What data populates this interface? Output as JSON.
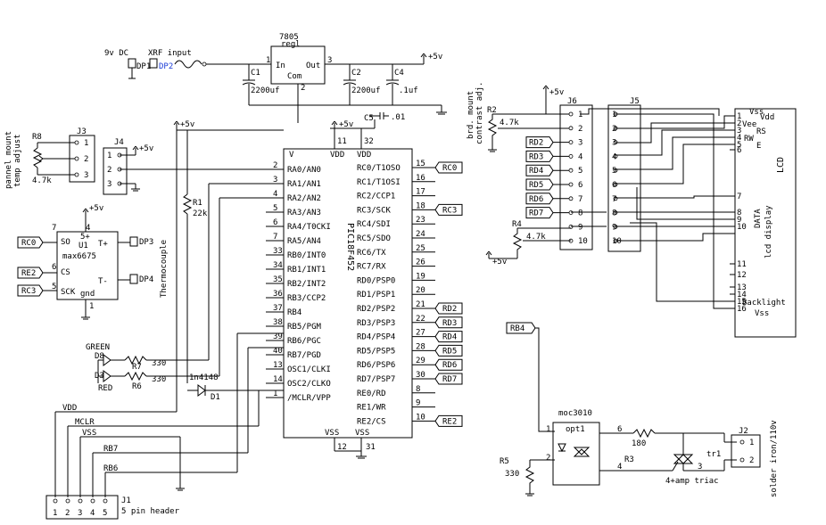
{
  "power": {
    "dc_label": "9v DC",
    "xrf_label": "XRF input",
    "dp1": "DP1",
    "dp2": "DP2",
    "reg_name": "7805",
    "reg_sub": "regl",
    "reg_in": "In",
    "reg_out": "Out",
    "reg_com": "Com",
    "reg_pin1": "1",
    "reg_pin2": "2",
    "reg_pin3": "3",
    "c1": "C1",
    "c1_val": "2200uf",
    "c2": "C2",
    "c2_val": "2200uf",
    "c4": "C4",
    "c4_val": ".1uf",
    "vplus": "+5v"
  },
  "pic": {
    "name": "PIC18F452",
    "vdd_pin_a": "11",
    "vdd_pin_b": "32",
    "vss_pin_a": "12",
    "vss_pin_b": "31",
    "vdd": "VDD",
    "vss": "VSS",
    "v_label": "V",
    "c5": "C5",
    "c5_val": ".01",
    "left_pins": [
      {
        "num": "2",
        "name": "RA0/AN0"
      },
      {
        "num": "3",
        "name": "RA1/AN1"
      },
      {
        "num": "4",
        "name": "RA2/AN2"
      },
      {
        "num": "5",
        "name": "RA3/AN3"
      },
      {
        "num": "6",
        "name": "RA4/T0CKI"
      },
      {
        "num": "7",
        "name": "RA5/AN4"
      },
      {
        "num": "33",
        "name": "RB0/INT0"
      },
      {
        "num": "34",
        "name": "RB1/INT1"
      },
      {
        "num": "35",
        "name": "RB2/INT2"
      },
      {
        "num": "36",
        "name": "RB3/CCP2"
      },
      {
        "num": "37",
        "name": "RB4"
      },
      {
        "num": "38",
        "name": "RB5/PGM"
      },
      {
        "num": "39",
        "name": "RB6/PGC"
      },
      {
        "num": "40",
        "name": "RB7/PGD"
      },
      {
        "num": "13",
        "name": "OSC1/CLKI"
      },
      {
        "num": "14",
        "name": "OSC2/CLKO"
      },
      {
        "num": "1",
        "name": "/MCLR/VPP"
      }
    ],
    "right_pins": [
      {
        "num": "15",
        "name": "RC0/T1OSO",
        "tag": "RC0"
      },
      {
        "num": "16",
        "name": "RC1/T1OSI",
        "tag": ""
      },
      {
        "num": "17",
        "name": "RC2/CCP1",
        "tag": ""
      },
      {
        "num": "18",
        "name": "RC3/SCK",
        "tag": "RC3"
      },
      {
        "num": "23",
        "name": "RC4/SDI",
        "tag": ""
      },
      {
        "num": "24",
        "name": "RC5/SDO",
        "tag": ""
      },
      {
        "num": "25",
        "name": "RC6/TX",
        "tag": ""
      },
      {
        "num": "26",
        "name": "RC7/RX",
        "tag": ""
      },
      {
        "num": "19",
        "name": "RD0/PSP0",
        "tag": ""
      },
      {
        "num": "20",
        "name": "RD1/PSP1",
        "tag": ""
      },
      {
        "num": "21",
        "name": "RD2/PSP2",
        "tag": "RD2"
      },
      {
        "num": "22",
        "name": "RD3/PSP3",
        "tag": "RD3"
      },
      {
        "num": "27",
        "name": "RD4/PSP4",
        "tag": "RD4"
      },
      {
        "num": "28",
        "name": "RD5/PSP5",
        "tag": "RD5"
      },
      {
        "num": "29",
        "name": "RD6/PSP6",
        "tag": "RD6"
      },
      {
        "num": "30",
        "name": "RD7/PSP7",
        "tag": "RD7"
      },
      {
        "num": "8",
        "name": "RE0/RD",
        "tag": ""
      },
      {
        "num": "9",
        "name": "RE1/WR",
        "tag": ""
      },
      {
        "num": "10",
        "name": "RE2/CS",
        "tag": "RE2"
      }
    ]
  },
  "sensor": {
    "j3": "J3",
    "r8": "R8",
    "r8_val": "4.7k",
    "pannel_line1": "pannel mount",
    "pannel_line2": "temp adjust",
    "j4": "J4",
    "j4_vplus": "+5v",
    "r1": "R1",
    "r1_val": "22k",
    "r1_vplus": "+5v",
    "u1": "U1",
    "u1_part": "max6675",
    "u1_so": "SO",
    "u1_cs": "CS",
    "u1_sck": "SCK",
    "u1_gnd": "gnd",
    "u1_vplus": "5+",
    "u1_tplus": "T+",
    "u1_tminus": "T-",
    "u1_vcc": "+5v",
    "dp3": "DP3",
    "dp4": "DP4",
    "thermocouple": "Thermocouple",
    "tag_rc0": "RC0",
    "tag_re2": "RE2",
    "tag_rc3": "RC3",
    "pin_7": "7",
    "pin_6": "6",
    "pin_5": "5",
    "pin_4": "4",
    "pin_1": "1",
    "pin_2": "2",
    "pin_3": "3"
  },
  "leds": {
    "green": "GREEN",
    "red": "RED",
    "d8": "D8",
    "d3": "D3",
    "r7": "R7",
    "r7_val": "330",
    "r6": "R6",
    "r6_val": "330",
    "d1": "D1",
    "d1_part": "1n4148"
  },
  "header": {
    "vdd": "VDD",
    "mclr": "MCLR",
    "vss": "VSS",
    "rb7": "RB7",
    "rb6": "RB6",
    "j1": "J1",
    "label": "5 pin header",
    "pins": [
      "1",
      "2",
      "3",
      "4",
      "5"
    ]
  },
  "lcd_side": {
    "j6": "J6",
    "j5": "J5",
    "r2": "R2",
    "r2_val": "4.7k",
    "r4": "R4",
    "r4_val": "4.7k",
    "vplus_top": "+5v",
    "vplus_bot": "+5v",
    "contrast_line1": "brd. mount",
    "contrast_line2": "contrast adj.",
    "rd_tags": [
      "RD2",
      "RD3",
      "RD4",
      "RD5",
      "RD6",
      "RD7"
    ],
    "pins": [
      "1",
      "2",
      "3",
      "4",
      "5",
      "6",
      "7",
      "8",
      "9",
      "10"
    ],
    "lcd_title": "LCD",
    "lcd_data": "DATA",
    "lcd_display": "lcd display",
    "lcd_pins": [
      "1",
      "2",
      "3",
      "4",
      "5",
      "6",
      "7",
      "8",
      "9",
      "10",
      "11",
      "12",
      "13",
      "14",
      "15",
      "16"
    ],
    "lcd_vss": "Vss",
    "lcd_vdd": "Vdd",
    "lcd_vee": "Vee",
    "lcd_rs": "RS",
    "lcd_rw": "RW",
    "lcd_e": "E",
    "lcd_backlight": "Backlight",
    "lcd_vss2": "Vss"
  },
  "triac": {
    "rb4": "RB4",
    "moc": "moc3010",
    "opt1": "opt1",
    "r5": "R5",
    "r5_val": "330",
    "r3": "R3",
    "r3_val": "180",
    "tr1": "tr1",
    "triac_label": "4+amp triac",
    "j2": "J2",
    "solder_label": "solder iron/110v",
    "pin_1": "1",
    "pin_2": "2",
    "pin_3": "3",
    "pin_4": "4",
    "pin_6": "6",
    "pin_j1": "1",
    "pin_j2": "2"
  }
}
